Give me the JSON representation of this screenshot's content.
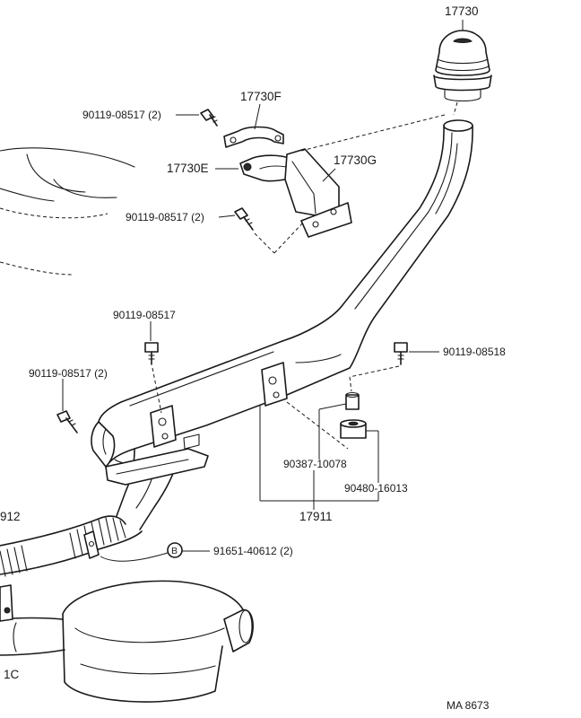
{
  "diagram": {
    "labels": {
      "snorkel_head": "17730",
      "clamp_upper": "17730F",
      "clamp_lower": "17730E",
      "bracket": "17730G",
      "bolt_a": "90119-08517 (2)",
      "bolt_b": "90119-08517 (2)",
      "bolt_c": "90119-08517",
      "bolt_d": "90119-08517 (2)",
      "bolt_e": "90119-08518",
      "collar": "90387-10078",
      "cushion": "90480-16013",
      "duct_assy": "17911",
      "ref_b_marker": "B",
      "clamp_ref": "91651-40612 (2)",
      "left_edge_partial": "912",
      "left_edge_1c": "1C",
      "figure_code": "MA  8673"
    }
  }
}
